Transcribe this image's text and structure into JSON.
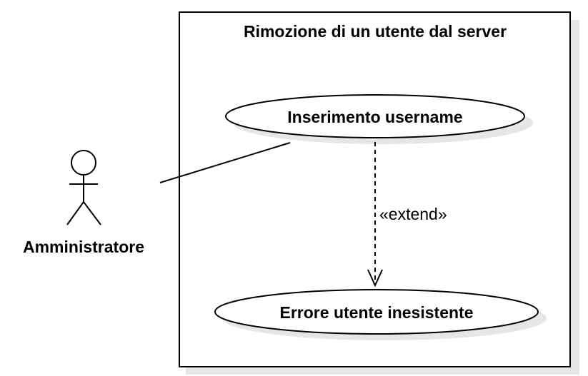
{
  "system": {
    "title": "Rimozione di un utente dal server"
  },
  "actor": {
    "name": "Amministratore"
  },
  "use_cases": [
    {
      "label": "Inserimento username"
    },
    {
      "label": "Errore utente inesistente"
    }
  ],
  "relationship": {
    "stereotype": "«extend»"
  },
  "colors": {
    "stroke": "#000000",
    "fill": "#ffffff",
    "shadow": "#e6e6e6"
  }
}
